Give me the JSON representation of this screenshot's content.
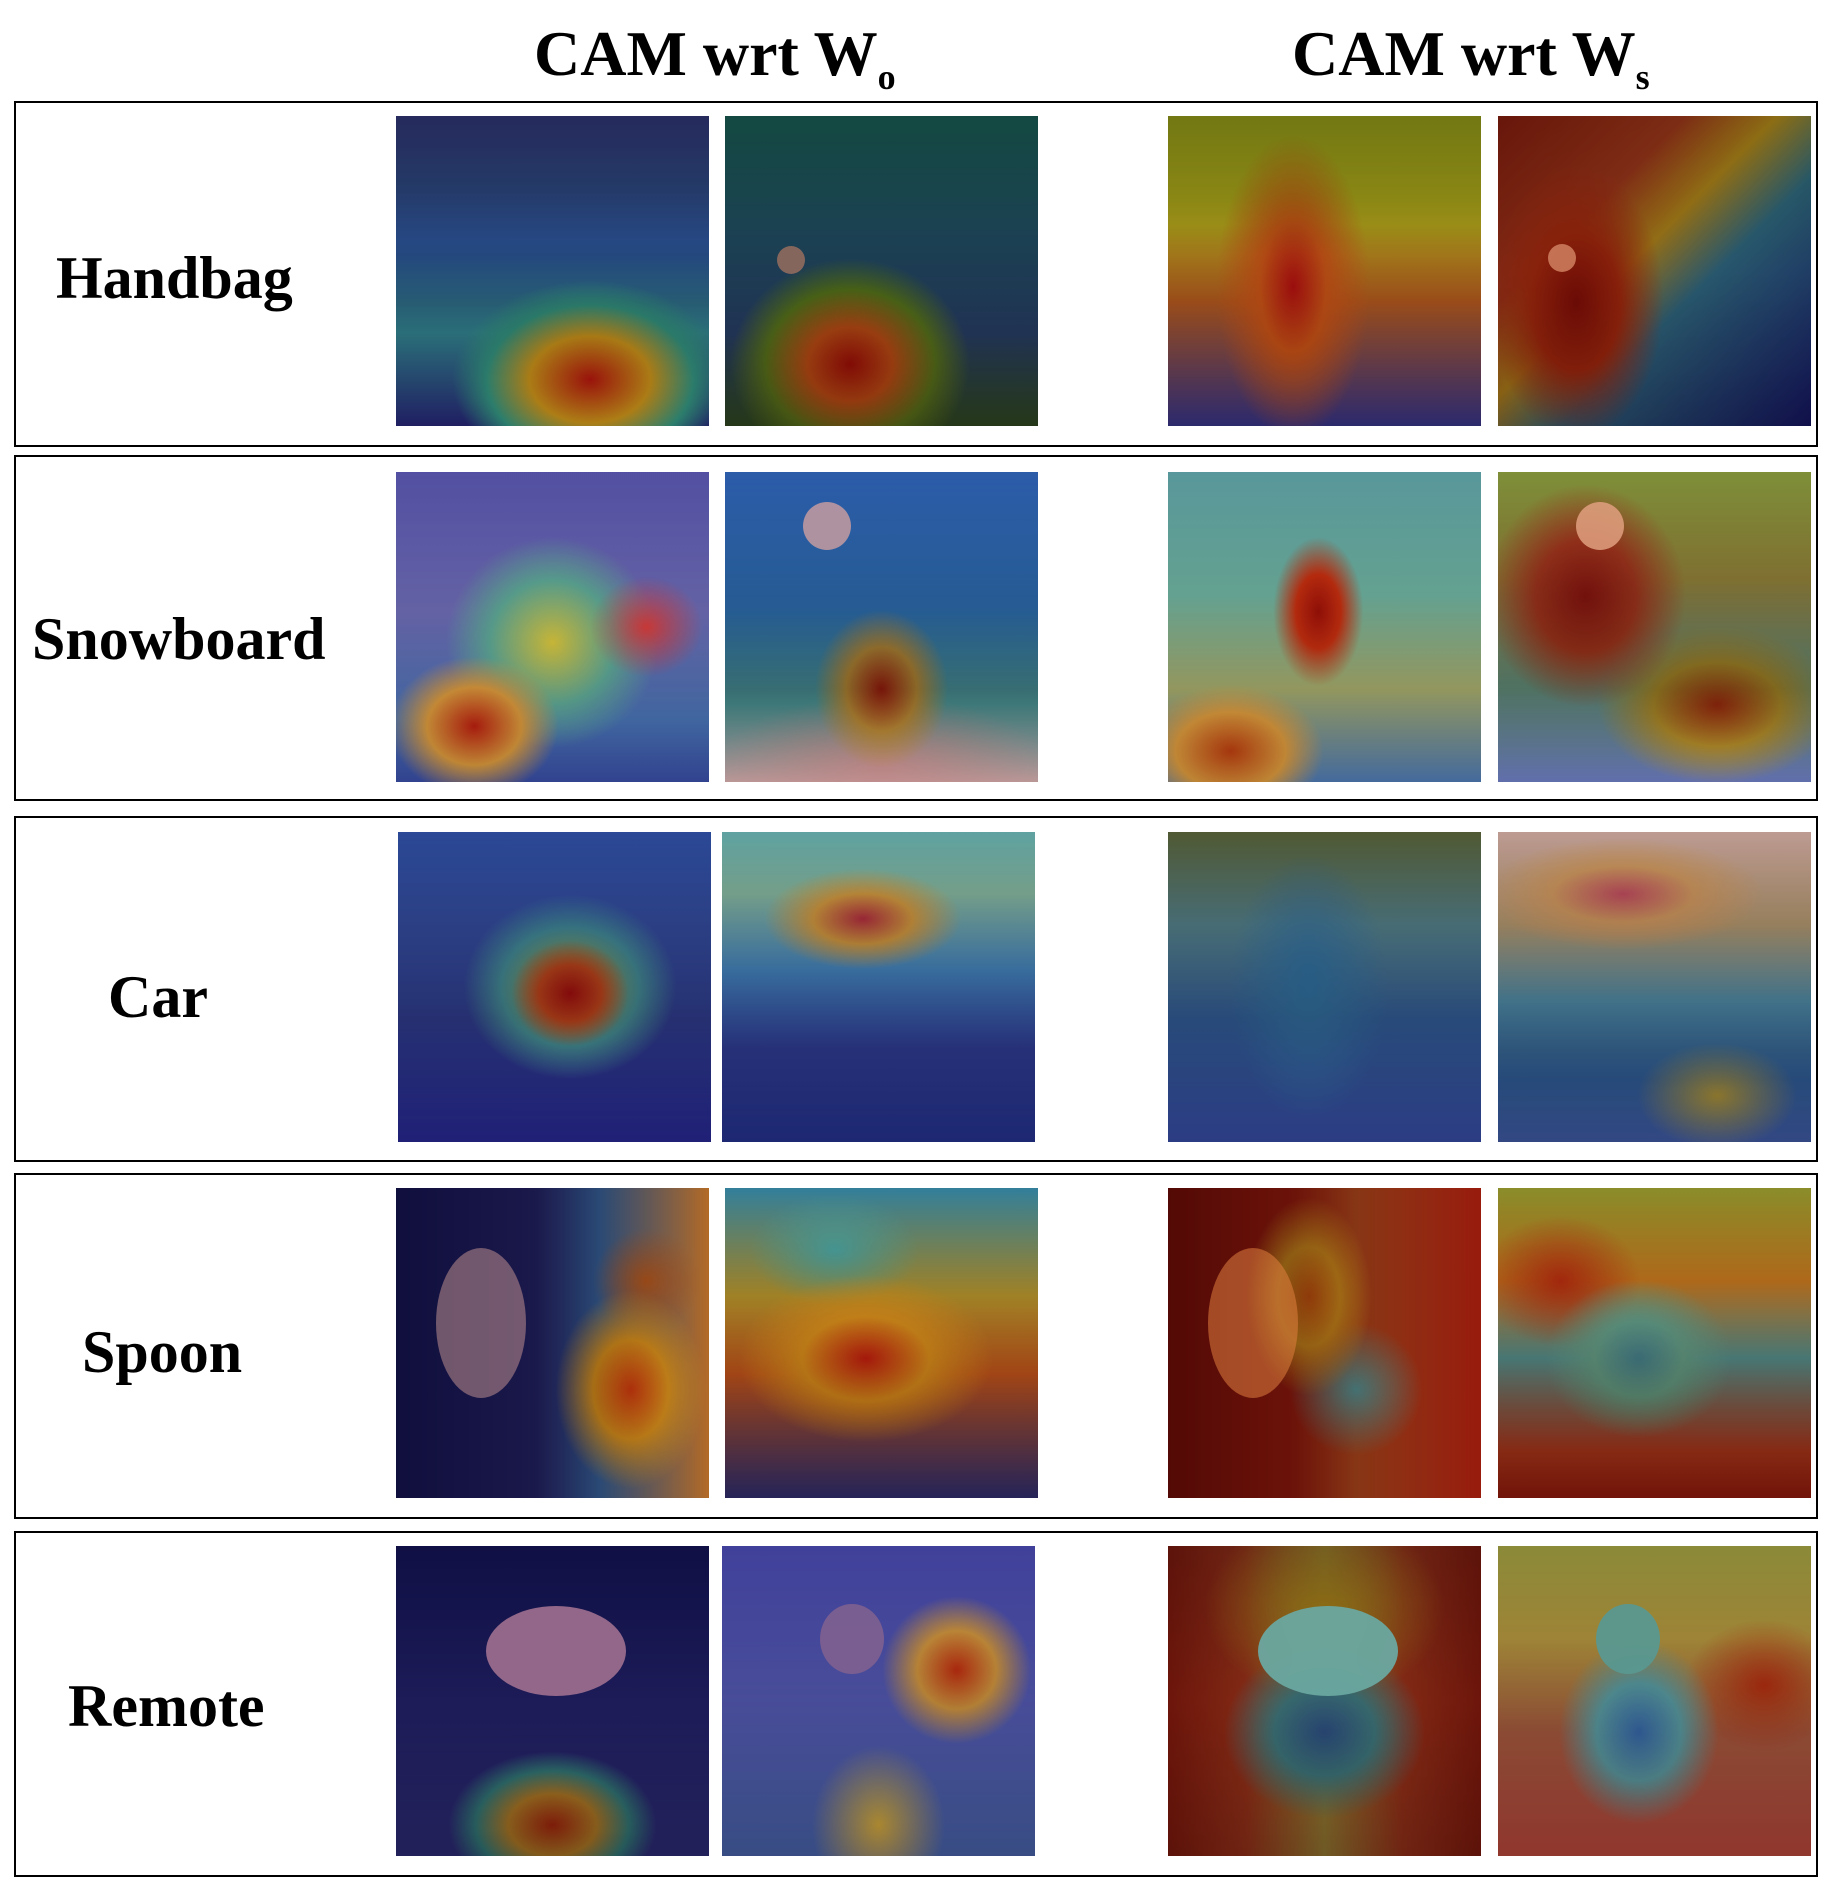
{
  "column_headers": [
    {
      "text": "CAM wrt W",
      "sub": "o"
    },
    {
      "text": "CAM wrt W",
      "sub": "s"
    }
  ],
  "rows": [
    {
      "label": "Handbag"
    },
    {
      "label": "Snowboard"
    },
    {
      "label": "Car"
    },
    {
      "label": "Spoon"
    },
    {
      "label": "Remote"
    }
  ]
}
